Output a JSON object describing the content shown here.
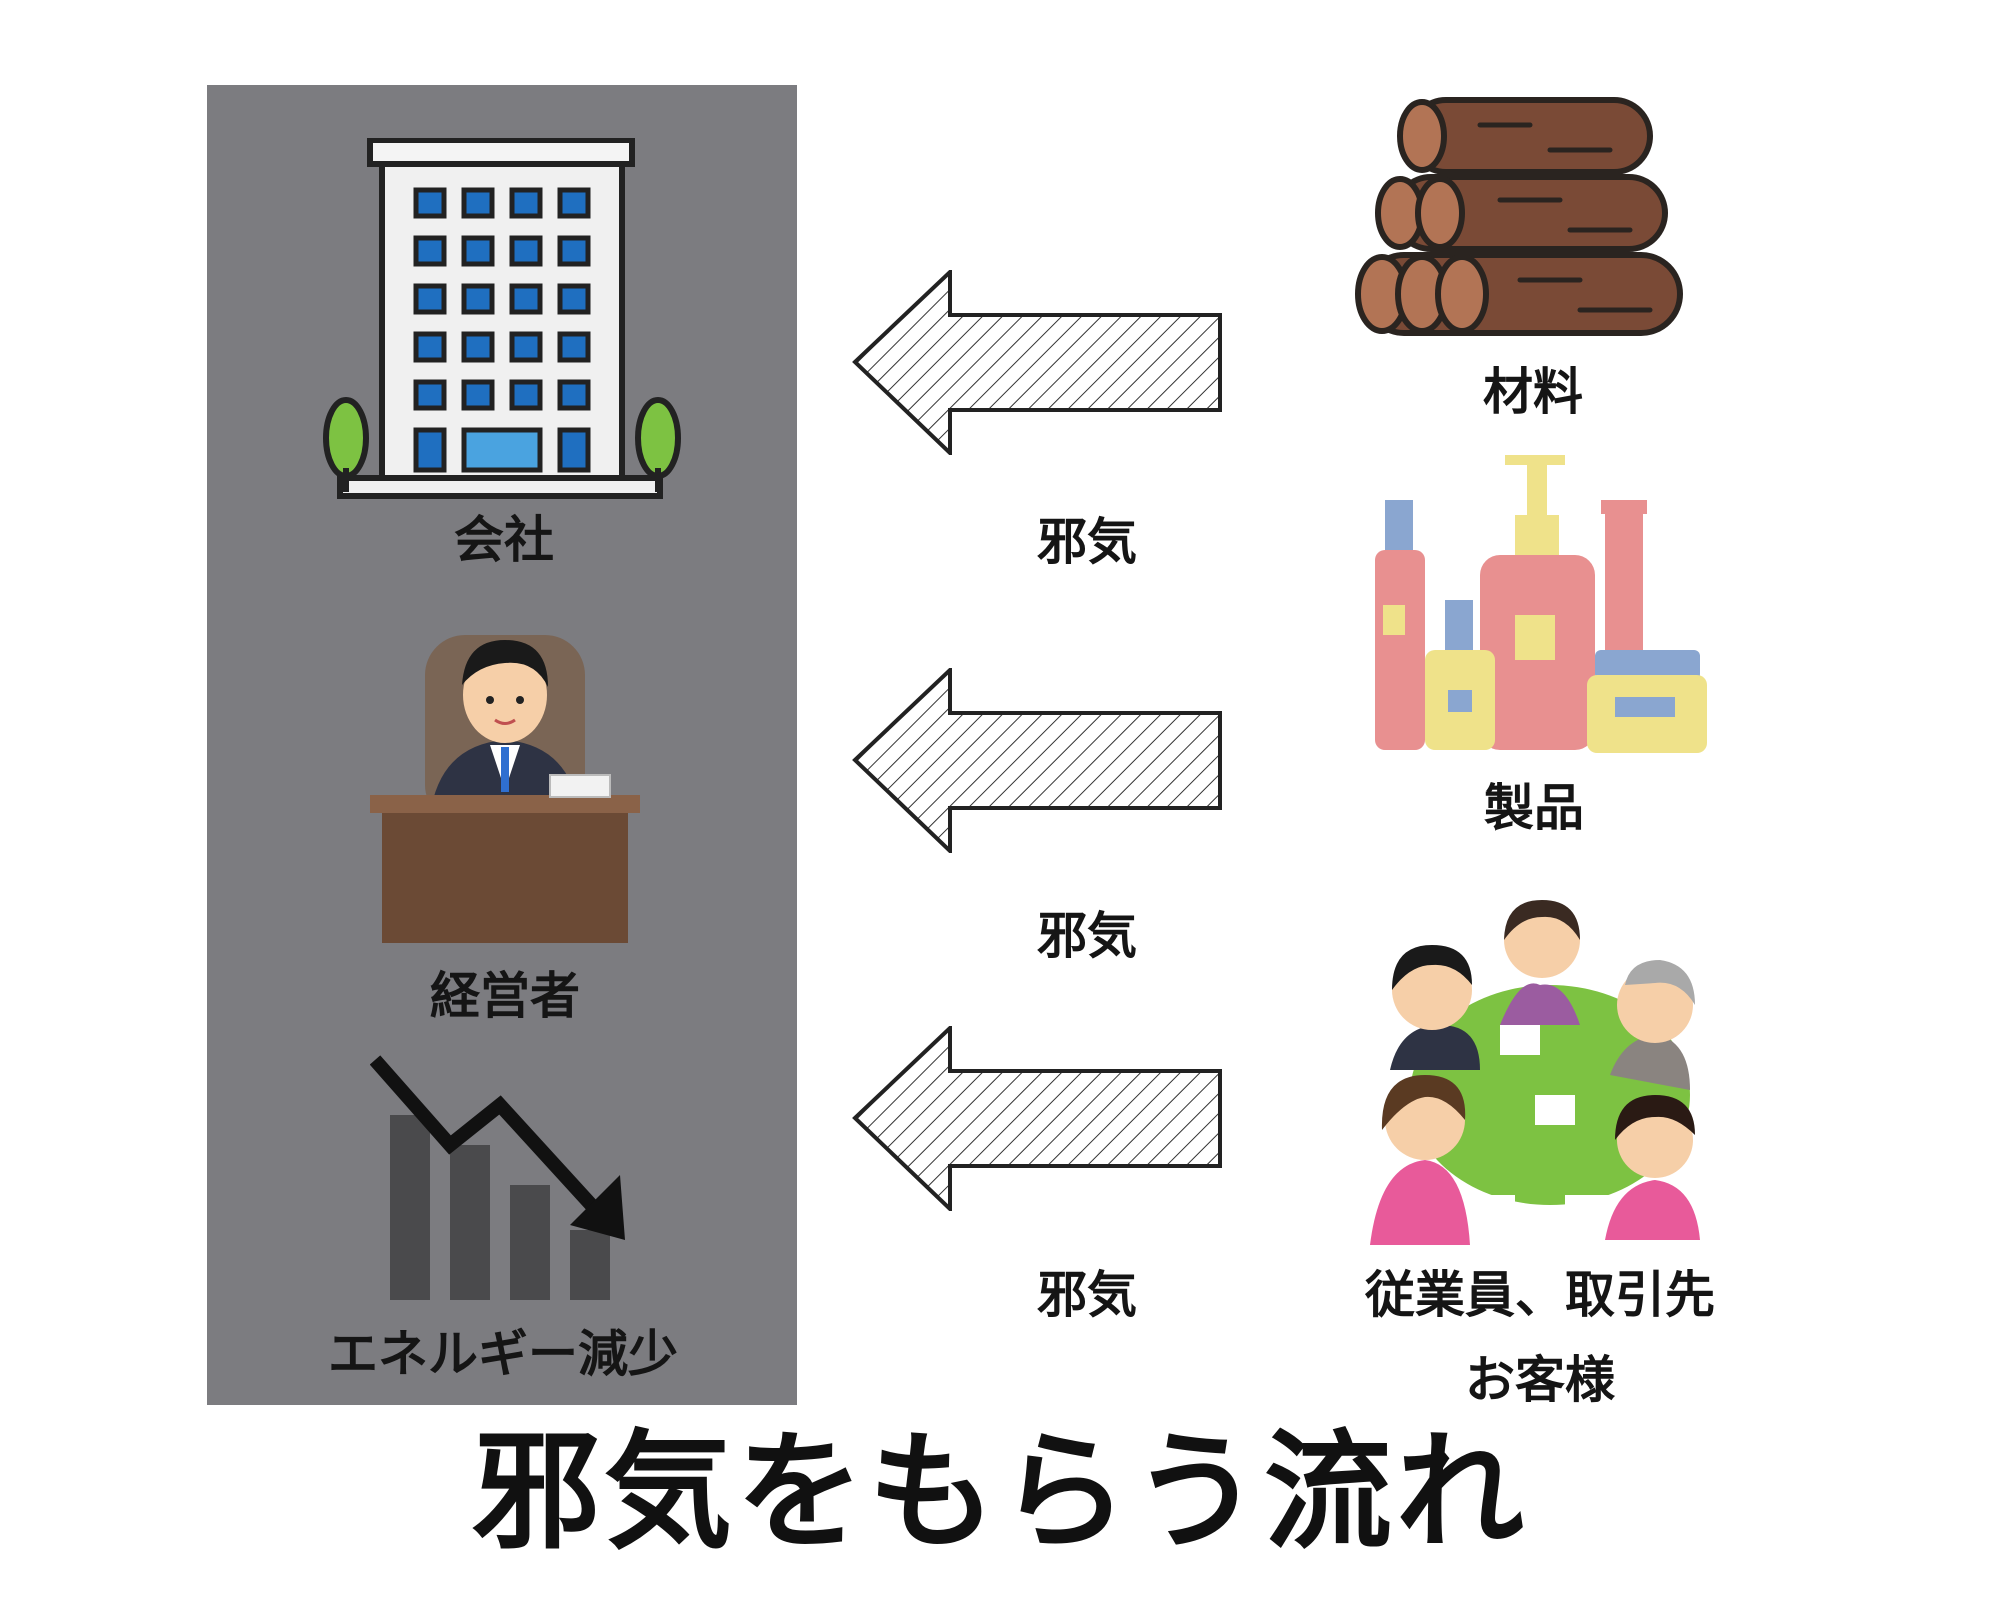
{
  "left_panel": {
    "background": "#7c7c80",
    "items": [
      {
        "label": "会社",
        "icon": "office-building-icon"
      },
      {
        "label": "経営者",
        "icon": "executive-at-desk-icon"
      },
      {
        "label": "エネルギー減少",
        "icon": "declining-chart-icon"
      }
    ]
  },
  "flows": [
    {
      "label": "邪気",
      "icon": "hatched-left-arrow-icon"
    },
    {
      "label": "邪気",
      "icon": "hatched-left-arrow-icon"
    },
    {
      "label": "邪気",
      "icon": "hatched-left-arrow-icon"
    }
  ],
  "sources": [
    {
      "label": "材料",
      "icon": "stacked-logs-icon"
    },
    {
      "label": "製品",
      "icon": "cosmetic-products-icon"
    },
    {
      "label_line1": "従業員、取引先",
      "label_line2": "お客様",
      "icon": "meeting-people-icon"
    }
  ],
  "title": "邪気をもらう流れ"
}
